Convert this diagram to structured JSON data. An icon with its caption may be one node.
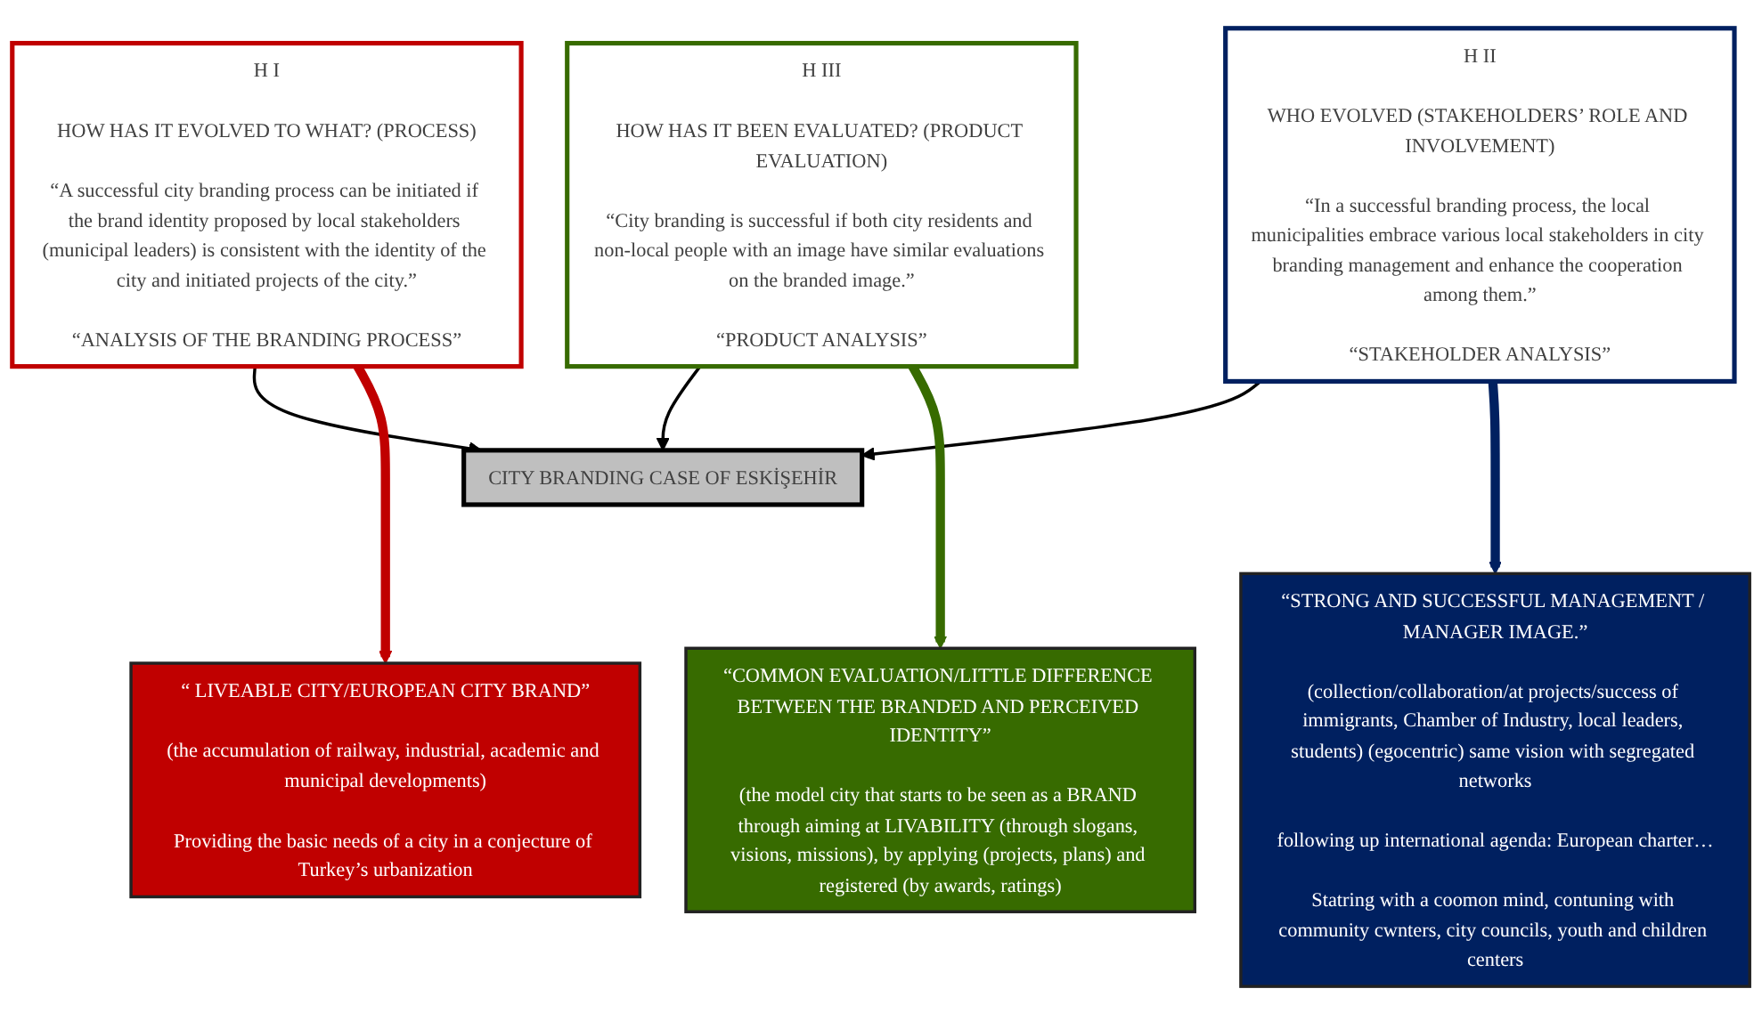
{
  "diagram": {
    "nodes": [
      {
        "text": [
          "H I",
          "HOW HAS IT EVOLVED TO WHAT? (PROCESS)",
          "“A successful city branding process can be initiated if the brand identity proposed by local stakeholders (municipal leaders) is consistent with the identity of the city and initiated projects of the city.”",
          "“ANALYSIS OF THE BRANDING PROCESS”"
        ]
      },
      {
        "text": [
          "CITY BRANDING CASE OF ESKİŞEHİR"
        ]
      },
      {
        "text": [
          "H II",
          "WHO EVOLVED (STAKEHOLDERS’ ROLE AND INVOLVEMENT)",
          "“In a successful branding process, the local municipalities embrace various local stakeholders in city branding management and enhance the cooperation among them.”",
          "“STAKEHOLDER ANALYSIS”"
        ]
      },
      {
        "text": [
          "H III",
          "HOW HAS IT BEEN EVALUATED? (PRODUCT EVALUATION)",
          "“City branding is successful if both city residents and non-local people with an image have similar evaluations on the branded image.”",
          "“PRODUCT ANALYSIS”"
        ]
      },
      {
        "text": [
          "“ LIVEABLE CITY/EUROPEAN CITY BRAND”",
          "(the accumulation of railway, industrial, academic and municipal developments)",
          "Providing the basic needs of a city in a conjecture of Turkey’s urbanization"
        ]
      },
      {
        "text": [
          "“COMMON EVALUATION/LITTLE DIFFERENCE BETWEEN THE BRANDED AND PERCEIVED IDENTITY”",
          "(the model city that starts to be seen as a BRAND through aiming at LIVABILITY (through slogans, visions, missions), by applying (projects, plans) and registered (by awards, ratings)"
        ]
      },
      {
        "text": [
          "“STRONG AND SUCCESSFUL MANAGEMENT / MANAGER IMAGE.”",
          "(collection/collaboration/at projects/success of immigrants, Chamber of Industry, local leaders, students) (egocentric) same vision with segregated networks",
          "following up international agenda: European charter…",
          "Statring with a coomon mind, contuning with community cwnters, city councils, youth and children centers"
        ]
      }
    ],
    "edges": [
      {
        "from": 0,
        "to": 1,
        "arrow": "to"
      },
      {
        "from": 2,
        "to": 1,
        "arrow": "to"
      },
      {
        "from": 3,
        "to": 1,
        "arrow": "to"
      },
      {
        "from": 0,
        "to": 4,
        "arrow": "to",
        "style": "thick",
        "color": "#c00000"
      },
      {
        "from": 3,
        "to": 5,
        "arrow": "to",
        "style": "thick",
        "color": "#376b00"
      },
      {
        "from": 2,
        "to": 6,
        "arrow": "to",
        "style": "thick",
        "color": "#002060"
      }
    ]
  }
}
